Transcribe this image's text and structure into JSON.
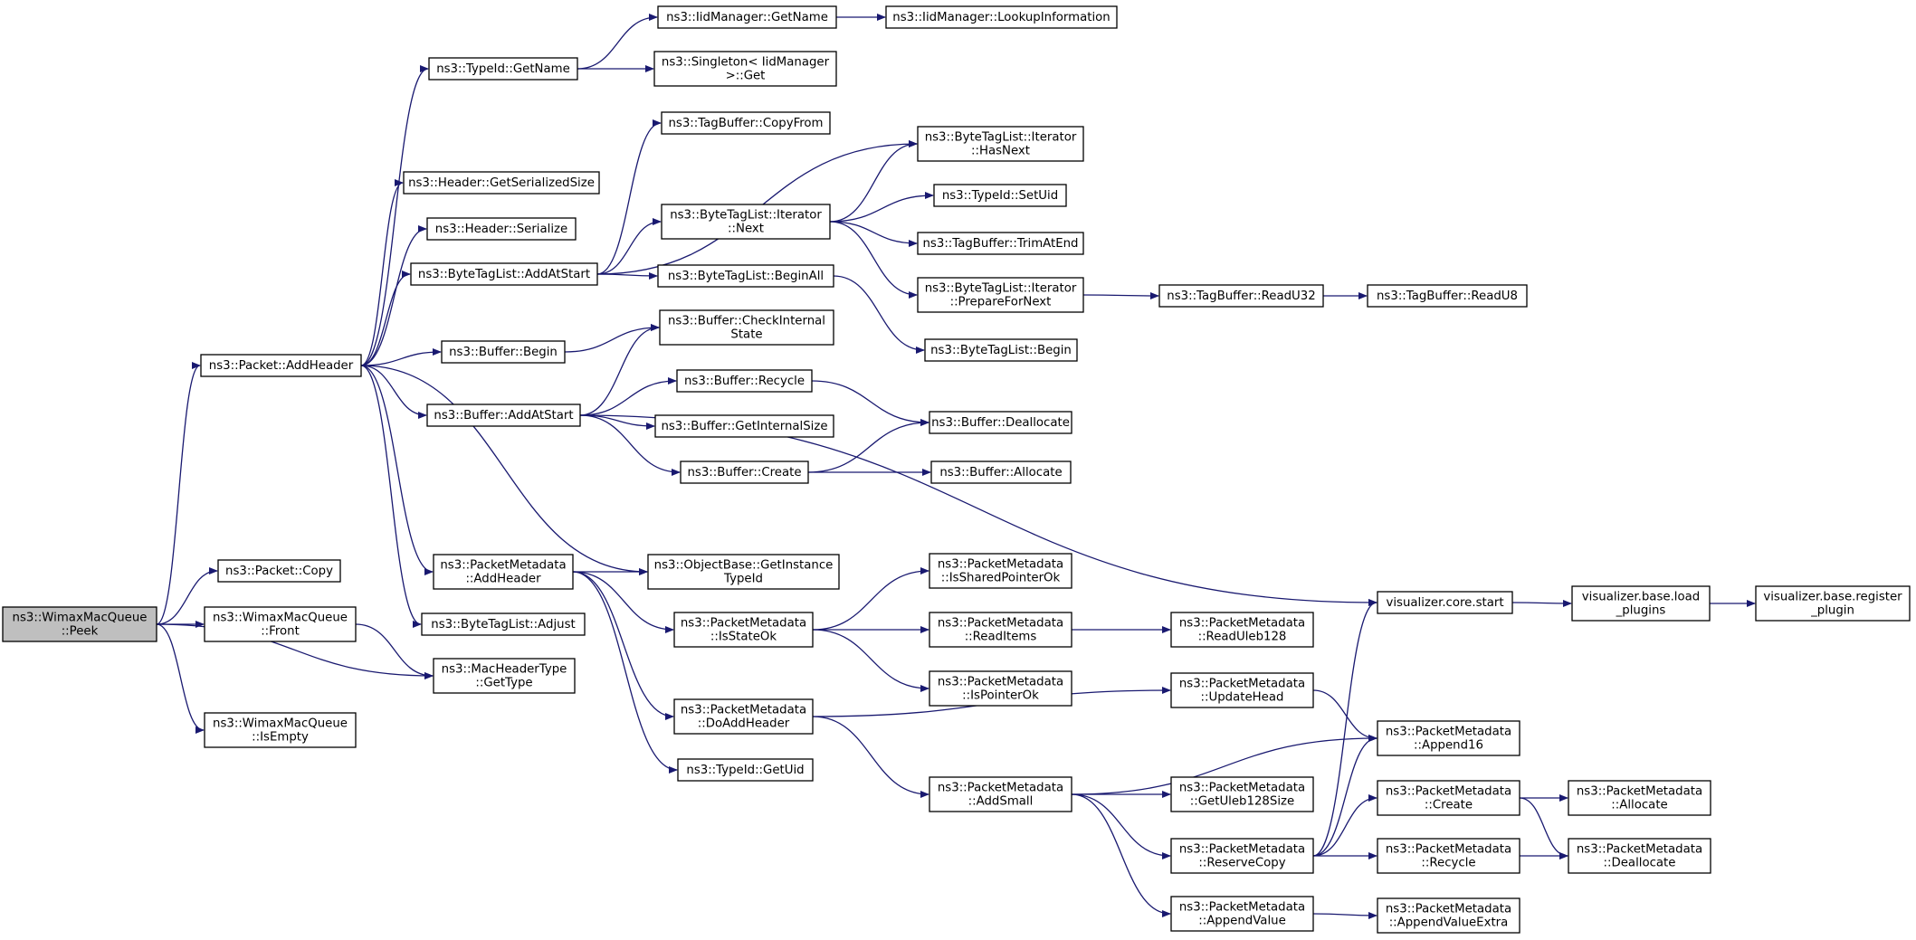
{
  "diagram": {
    "type": "call-graph",
    "edge_color": "#191970",
    "root_fill": "#bfbfbf",
    "nodes": [
      {
        "id": "peek",
        "lines": [
          "ns3::WimaxMacQueue",
          "::Peek"
        ],
        "root": true
      },
      {
        "id": "addheader",
        "lines": [
          "ns3::Packet::AddHeader"
        ]
      },
      {
        "id": "copy",
        "lines": [
          "ns3::Packet::Copy"
        ]
      },
      {
        "id": "front",
        "lines": [
          "ns3::WimaxMacQueue",
          "::Front"
        ]
      },
      {
        "id": "gettype",
        "lines": [
          "ns3::MacHeaderType",
          "::GetType"
        ]
      },
      {
        "id": "isempty",
        "lines": [
          "ns3::WimaxMacQueue",
          "::IsEmpty"
        ]
      },
      {
        "id": "typeid_getname",
        "lines": [
          "ns3::TypeId::GetName"
        ]
      },
      {
        "id": "hdr_getsersize",
        "lines": [
          "ns3::Header::GetSerializedSize"
        ]
      },
      {
        "id": "hdr_serialize",
        "lines": [
          "ns3::Header::Serialize"
        ]
      },
      {
        "id": "btl_addatstart",
        "lines": [
          "ns3::ByteTagList::AddAtStart"
        ]
      },
      {
        "id": "buf_begin",
        "lines": [
          "ns3::Buffer::Begin"
        ]
      },
      {
        "id": "buf_addatstart",
        "lines": [
          "ns3::Buffer::AddAtStart"
        ]
      },
      {
        "id": "pm_addheader",
        "lines": [
          "ns3::PacketMetadata",
          "::AddHeader"
        ]
      },
      {
        "id": "btl_adjust",
        "lines": [
          "ns3::ByteTagList::Adjust"
        ]
      },
      {
        "id": "iid_getname",
        "lines": [
          "ns3::IidManager::GetName"
        ]
      },
      {
        "id": "singleton_get",
        "lines": [
          "ns3::Singleton< IidManager",
          ">::Get"
        ]
      },
      {
        "id": "iid_lookup",
        "lines": [
          "ns3::IidManager::LookupInformation"
        ]
      },
      {
        "id": "tb_copyfrom",
        "lines": [
          "ns3::TagBuffer::CopyFrom"
        ]
      },
      {
        "id": "btli_next",
        "lines": [
          "ns3::ByteTagList::Iterator",
          "::Next"
        ]
      },
      {
        "id": "btl_beginall",
        "lines": [
          "ns3::ByteTagList::BeginAll"
        ]
      },
      {
        "id": "btli_hasnext",
        "lines": [
          "ns3::ByteTagList::Iterator",
          "::HasNext"
        ]
      },
      {
        "id": "typeid_setuid",
        "lines": [
          "ns3::TypeId::SetUid"
        ]
      },
      {
        "id": "tb_trimatend",
        "lines": [
          "ns3::TagBuffer::TrimAtEnd"
        ]
      },
      {
        "id": "btli_prepare",
        "lines": [
          "ns3::ByteTagList::Iterator",
          "::PrepareForNext"
        ]
      },
      {
        "id": "tb_readu32",
        "lines": [
          "ns3::TagBuffer::ReadU32"
        ]
      },
      {
        "id": "tb_readu8",
        "lines": [
          "ns3::TagBuffer::ReadU8"
        ]
      },
      {
        "id": "btl_begin",
        "lines": [
          "ns3::ByteTagList::Begin"
        ]
      },
      {
        "id": "buf_checkinternal",
        "lines": [
          "ns3::Buffer::CheckInternal",
          "State"
        ]
      },
      {
        "id": "buf_recycle",
        "lines": [
          "ns3::Buffer::Recycle"
        ]
      },
      {
        "id": "buf_getinternalsize",
        "lines": [
          "ns3::Buffer::GetInternalSize"
        ]
      },
      {
        "id": "buf_create",
        "lines": [
          "ns3::Buffer::Create"
        ]
      },
      {
        "id": "buf_deallocate",
        "lines": [
          "ns3::Buffer::Deallocate"
        ]
      },
      {
        "id": "buf_allocate",
        "lines": [
          "ns3::Buffer::Allocate"
        ]
      },
      {
        "id": "objbase_gettid",
        "lines": [
          "ns3::ObjectBase::GetInstance",
          "TypeId"
        ]
      },
      {
        "id": "viz_start",
        "lines": [
          "visualizer.core.start"
        ]
      },
      {
        "id": "viz_load",
        "lines": [
          "visualizer.base.load",
          "_plugins"
        ]
      },
      {
        "id": "viz_register",
        "lines": [
          "visualizer.base.register",
          "_plugin"
        ]
      },
      {
        "id": "pm_isstateok",
        "lines": [
          "ns3::PacketMetadata",
          "::IsStateOk"
        ]
      },
      {
        "id": "pm_doaddheader",
        "lines": [
          "ns3::PacketMetadata",
          "::DoAddHeader"
        ]
      },
      {
        "id": "typeid_getuid",
        "lines": [
          "ns3::TypeId::GetUid"
        ]
      },
      {
        "id": "pm_issharedptr",
        "lines": [
          "ns3::PacketMetadata",
          "::IsSharedPointerOk"
        ]
      },
      {
        "id": "pm_readitems",
        "lines": [
          "ns3::PacketMetadata",
          "::ReadItems"
        ]
      },
      {
        "id": "pm_readuleb",
        "lines": [
          "ns3::PacketMetadata",
          "::ReadUleb128"
        ]
      },
      {
        "id": "pm_isptrok",
        "lines": [
          "ns3::PacketMetadata",
          "::IsPointerOk"
        ]
      },
      {
        "id": "pm_updatehead",
        "lines": [
          "ns3::PacketMetadata",
          "::UpdateHead"
        ]
      },
      {
        "id": "pm_append16",
        "lines": [
          "ns3::PacketMetadata",
          "::Append16"
        ]
      },
      {
        "id": "pm_addsmall",
        "lines": [
          "ns3::PacketMetadata",
          "::AddSmall"
        ]
      },
      {
        "id": "pm_getulebsize",
        "lines": [
          "ns3::PacketMetadata",
          "::GetUleb128Size"
        ]
      },
      {
        "id": "pm_reservecopy",
        "lines": [
          "ns3::PacketMetadata",
          "::ReserveCopy"
        ]
      },
      {
        "id": "pm_appendvalue",
        "lines": [
          "ns3::PacketMetadata",
          "::AppendValue"
        ]
      },
      {
        "id": "pm_create",
        "lines": [
          "ns3::PacketMetadata",
          "::Create"
        ]
      },
      {
        "id": "pm_recycle",
        "lines": [
          "ns3::PacketMetadata",
          "::Recycle"
        ]
      },
      {
        "id": "pm_appendvalueextra",
        "lines": [
          "ns3::PacketMetadata",
          "::AppendValueExtra"
        ]
      },
      {
        "id": "pm_allocate",
        "lines": [
          "ns3::PacketMetadata",
          "::Allocate"
        ]
      },
      {
        "id": "pm_deallocate",
        "lines": [
          "ns3::PacketMetadata",
          "::Deallocate"
        ]
      }
    ],
    "edges": [
      [
        "peek",
        "addheader"
      ],
      [
        "peek",
        "copy"
      ],
      [
        "peek",
        "front"
      ],
      [
        "peek",
        "gettype"
      ],
      [
        "peek",
        "isempty"
      ],
      [
        "front",
        "gettype"
      ],
      [
        "addheader",
        "typeid_getname"
      ],
      [
        "addheader",
        "hdr_getsersize"
      ],
      [
        "addheader",
        "hdr_serialize"
      ],
      [
        "addheader",
        "btl_addatstart"
      ],
      [
        "addheader",
        "buf_begin"
      ],
      [
        "addheader",
        "buf_addatstart"
      ],
      [
        "addheader",
        "pm_addheader"
      ],
      [
        "addheader",
        "btl_adjust"
      ],
      [
        "addheader",
        "objbase_gettid"
      ],
      [
        "typeid_getname",
        "iid_getname"
      ],
      [
        "typeid_getname",
        "singleton_get"
      ],
      [
        "iid_getname",
        "iid_lookup"
      ],
      [
        "btl_addatstart",
        "tb_copyfrom"
      ],
      [
        "btl_addatstart",
        "btli_hasnext"
      ],
      [
        "btl_addatstart",
        "btli_next"
      ],
      [
        "btl_addatstart",
        "btl_beginall"
      ],
      [
        "btli_next",
        "btli_hasnext"
      ],
      [
        "btli_next",
        "typeid_setuid"
      ],
      [
        "btli_next",
        "tb_trimatend"
      ],
      [
        "btli_next",
        "btli_prepare"
      ],
      [
        "btli_prepare",
        "tb_readu32"
      ],
      [
        "tb_readu32",
        "tb_readu8"
      ],
      [
        "btl_beginall",
        "btl_begin"
      ],
      [
        "buf_begin",
        "buf_checkinternal"
      ],
      [
        "buf_addatstart",
        "buf_checkinternal"
      ],
      [
        "buf_addatstart",
        "buf_recycle"
      ],
      [
        "buf_addatstart",
        "buf_getinternalsize"
      ],
      [
        "buf_addatstart",
        "buf_create"
      ],
      [
        "buf_addatstart",
        "viz_start"
      ],
      [
        "buf_recycle",
        "buf_deallocate"
      ],
      [
        "buf_create",
        "buf_deallocate"
      ],
      [
        "buf_create",
        "buf_allocate"
      ],
      [
        "viz_start",
        "viz_load"
      ],
      [
        "viz_load",
        "viz_register"
      ],
      [
        "pm_addheader",
        "objbase_gettid"
      ],
      [
        "pm_addheader",
        "pm_isstateok"
      ],
      [
        "pm_addheader",
        "pm_doaddheader"
      ],
      [
        "pm_addheader",
        "typeid_getuid"
      ],
      [
        "pm_isstateok",
        "pm_issharedptr"
      ],
      [
        "pm_isstateok",
        "pm_readitems"
      ],
      [
        "pm_isstateok",
        "pm_isptrok"
      ],
      [
        "pm_readitems",
        "pm_readuleb"
      ],
      [
        "pm_doaddheader",
        "pm_updatehead"
      ],
      [
        "pm_doaddheader",
        "pm_addsmall"
      ],
      [
        "pm_updatehead",
        "pm_append16"
      ],
      [
        "pm_addsmall",
        "pm_append16"
      ],
      [
        "pm_addsmall",
        "pm_getulebsize"
      ],
      [
        "pm_addsmall",
        "pm_reservecopy"
      ],
      [
        "pm_addsmall",
        "pm_appendvalue"
      ],
      [
        "pm_reservecopy",
        "viz_start"
      ],
      [
        "pm_reservecopy",
        "pm_append16"
      ],
      [
        "pm_reservecopy",
        "pm_create"
      ],
      [
        "pm_reservecopy",
        "pm_recycle"
      ],
      [
        "pm_create",
        "pm_allocate"
      ],
      [
        "pm_create",
        "pm_deallocate"
      ],
      [
        "pm_recycle",
        "pm_deallocate"
      ],
      [
        "pm_appendvalue",
        "pm_appendvalueextra"
      ]
    ]
  }
}
